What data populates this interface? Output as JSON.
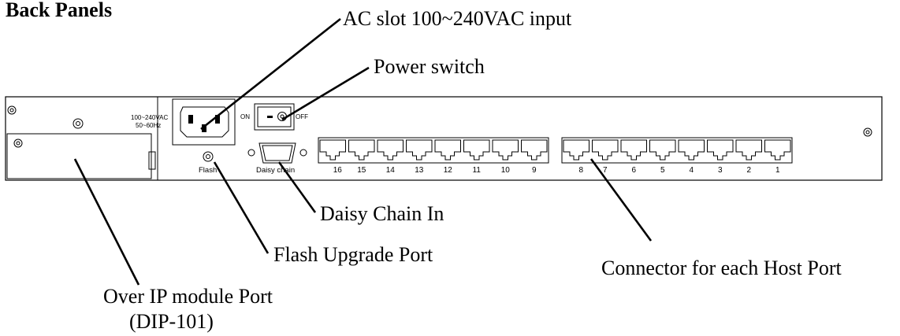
{
  "heading": "Back Panels",
  "callouts": {
    "ac_slot": "AC slot 100~240VAC input",
    "power_switch": "Power switch",
    "daisy_chain_in": "Daisy Chain In",
    "flash_upgrade": "Flash Upgrade Port",
    "host_connector": "Connector for each Host Port",
    "over_ip_line1": "Over IP module Port",
    "over_ip_line2": "(DIP-101)"
  },
  "panel_labels": {
    "voltage": "100~240VAC",
    "frequency": "50~60Hz",
    "switch_on": "ON",
    "switch_off": "OFF",
    "flash": "Flash",
    "daisy_chain": "Daisy chain"
  },
  "port_groups": {
    "left": [
      "16",
      "15",
      "14",
      "13",
      "12",
      "11",
      "10",
      "9"
    ],
    "right": [
      "8",
      "7",
      "6",
      "5",
      "4",
      "3",
      "2",
      "1"
    ]
  }
}
